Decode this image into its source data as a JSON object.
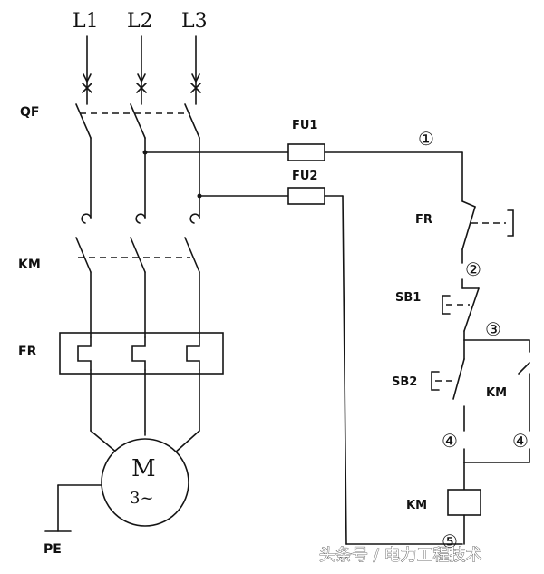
{
  "phases": [
    "L1",
    "L2",
    "L3"
  ],
  "labels": {
    "qf": "QF",
    "km_main": "KM",
    "fr_main": "FR",
    "pe": "PE",
    "fu1": "FU1",
    "fu2": "FU2",
    "fr_ctrl": "FR",
    "sb1": "SB1",
    "sb2": "SB2",
    "km_aux": "KM",
    "km_coil": "KM"
  },
  "motor": {
    "letter": "M",
    "spec": "3~"
  },
  "nodes": {
    "n1": "①",
    "n2": "②",
    "n3": "③",
    "n4a": "④",
    "n4b": "④",
    "n5": "⑤"
  },
  "watermark": "头条号 / 电力工程技术"
}
